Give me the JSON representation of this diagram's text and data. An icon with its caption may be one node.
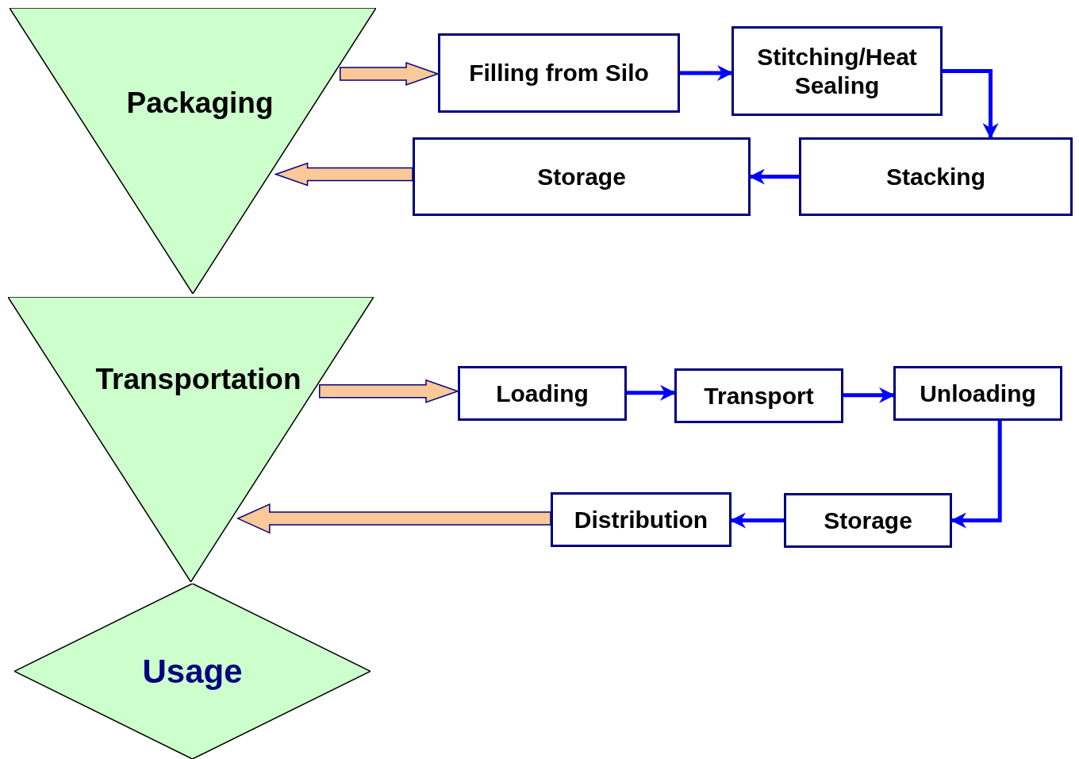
{
  "diagram": {
    "nodes": [
      {
        "text": [
          "Packaging"
        ]
      },
      {
        "text": [
          "Filling from Silo"
        ]
      },
      {
        "text": [
          "Stitching/Heat Sealing"
        ]
      },
      {
        "text": [
          "Storage"
        ]
      },
      {
        "text": [
          "Stacking"
        ]
      },
      {
        "text": [
          "Transportation"
        ]
      },
      {
        "text": [
          "Loading"
        ]
      },
      {
        "text": [
          "Transport"
        ]
      },
      {
        "text": [
          "Unloading"
        ]
      },
      {
        "text": [
          "Distribution"
        ]
      },
      {
        "text": [
          "Storage"
        ]
      },
      {
        "text": [
          "Usage"
        ]
      }
    ],
    "edges": [
      {
        "from": 0,
        "to": 1,
        "arrow": "to",
        "style": "thick",
        "color": "#fbc898"
      },
      {
        "from": 1,
        "to": 2,
        "arrow": "to"
      },
      {
        "from": 2,
        "to": 4,
        "arrow": "to"
      },
      {
        "from": 4,
        "to": 3,
        "arrow": "to"
      },
      {
        "from": 3,
        "to": 0,
        "arrow": "to",
        "style": "thick",
        "color": "#fbc898"
      },
      {
        "from": 5,
        "to": 6,
        "arrow": "to",
        "style": "thick",
        "color": "#fbc898"
      },
      {
        "from": 6,
        "to": 7,
        "arrow": "to"
      },
      {
        "from": 7,
        "to": 8,
        "arrow": "to"
      },
      {
        "from": 8,
        "to": 10,
        "arrow": "to"
      },
      {
        "from": 10,
        "to": 9,
        "arrow": "to"
      },
      {
        "from": 9,
        "to": 5,
        "arrow": "to",
        "style": "thick",
        "color": "#fbc898"
      }
    ]
  }
}
